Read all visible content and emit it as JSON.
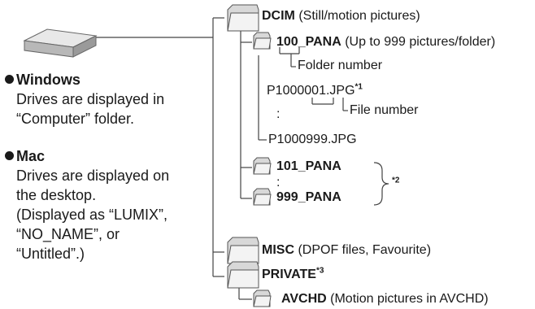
{
  "left": {
    "windows_heading": "Windows",
    "windows_line1": "Drives are displayed in",
    "windows_line2": "“Computer” folder.",
    "mac_heading": "Mac",
    "mac_line1": "Drives are displayed on",
    "mac_line2": "the desktop.",
    "mac_line3": "(Displayed as “LUMIX”,",
    "mac_line4": "“NO_NAME”, or",
    "mac_line5": "“Untitled”.)"
  },
  "tree": {
    "dcim_name": "DCIM",
    "dcim_desc": " (Still/motion pictures)",
    "f100_name": "100_PANA",
    "f100_desc": " (Up to 999 pictures/folder)",
    "folder_number": "Folder number",
    "file1": "P1000001.JPG",
    "file1_note": "*1",
    "file_number": "File number",
    "colon": ":",
    "file999": "P1000999.JPG",
    "f101_name": "101_PANA",
    "f999_name": "999_PANA",
    "range_colon": ":",
    "range_note": "*2",
    "misc_name": "MISC",
    "misc_desc": " (DPOF files, Favourite)",
    "private_name": "PRIVATE",
    "private_note": "*3",
    "avchd_name": "AVCHD",
    "avchd_desc": " (Motion pictures in AVCHD)"
  }
}
